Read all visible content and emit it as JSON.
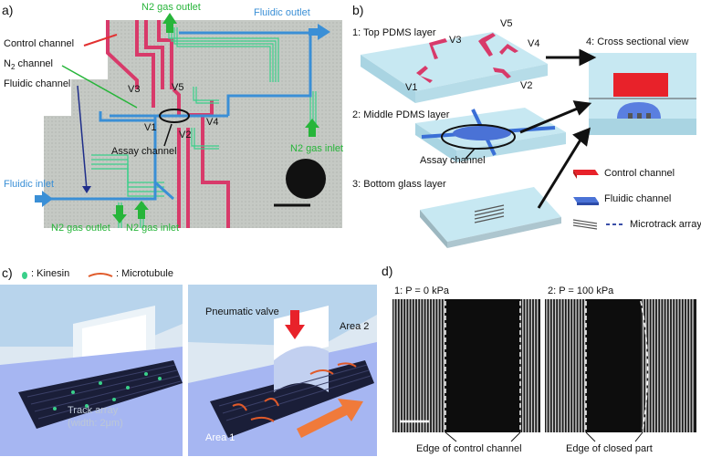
{
  "panels": {
    "a": "a)",
    "b": "b)",
    "c": "c)",
    "d": "d)"
  },
  "panel_a": {
    "control_channel": "Control channel",
    "n2_channel_prefix": "N",
    "n2_channel_sub": "2",
    "n2_channel_suffix": " channel",
    "fluidic_channel": "Fluidic channel",
    "n2_outlet_top": "N2 gas outlet",
    "fluidic_outlet": "Fluidic outlet",
    "v3": "V3",
    "v5": "V5",
    "v1": "V1",
    "v2": "V2",
    "v4": "V4",
    "assay_channel": "Assay channel",
    "n2_inlet_right": "N2 gas inlet",
    "fluidic_inlet": "Fluidic inlet",
    "n2_outlet_bottom": "N2 gas outlet",
    "n2_inlet_bottom": "N2 gas inlet"
  },
  "panel_b": {
    "top_layer": "1: Top PDMS layer",
    "middle_layer": "2: Middle PDMS layer",
    "bottom_layer": "3: Bottom glass layer",
    "cross_section": "4: Cross sectional view",
    "v1": "V1",
    "v2": "V2",
    "v3": "V3",
    "v4": "V4",
    "v5": "V5",
    "assay_channel": "Assay channel",
    "legend_control": "Control channel",
    "legend_fluidic": "Fluidic channel",
    "legend_microtrack": "Microtrack array"
  },
  "panel_c": {
    "kinesin_legend": ": Kinesin",
    "microtubule_legend": ": Microtubule",
    "track_array_1": "Track array",
    "track_array_2": "(width: 2μm)",
    "pneumatic_valve": "Pneumatic valve",
    "area1": "Area 1",
    "area2": "Area 2"
  },
  "panel_d": {
    "p0": "1: P = 0 kPa",
    "p100": "2: P = 100 kPa",
    "edge_control": "Edge of control channel",
    "edge_closed": "Edge of closed part"
  },
  "colors": {
    "control": "#d83a6a",
    "fluidic": "#3a8fd6",
    "n2": "#27b53a",
    "pdms": "#bfe3ef"
  }
}
